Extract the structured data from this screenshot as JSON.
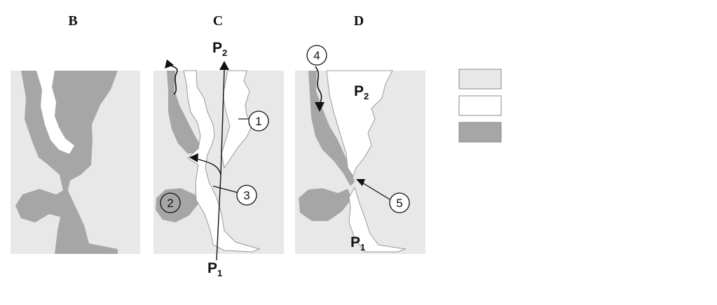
{
  "panels": {
    "b": {
      "title": "B"
    },
    "c": {
      "title": "C",
      "top_label": {
        "main": "P",
        "sub": "2"
      },
      "bottom_label": {
        "main": "P",
        "sub": "1"
      },
      "callouts": [
        "1",
        "2",
        "3"
      ]
    },
    "d": {
      "title": "D",
      "top_label": {
        "main": "P",
        "sub": "2"
      },
      "bottom_label": {
        "main": "P",
        "sub": "1"
      },
      "callouts": [
        "4",
        "5"
      ]
    }
  },
  "legend": {
    "swatches": [
      {
        "color": "#e8e8e8"
      },
      {
        "color": "#ffffff"
      },
      {
        "color": "#a6a6a6"
      }
    ]
  },
  "colors": {
    "matrix": "#e8e8e8",
    "crack": "#ffffff",
    "filled": "#a6a6a6",
    "stroke": "#8a8a8a",
    "ink": "#111111"
  }
}
